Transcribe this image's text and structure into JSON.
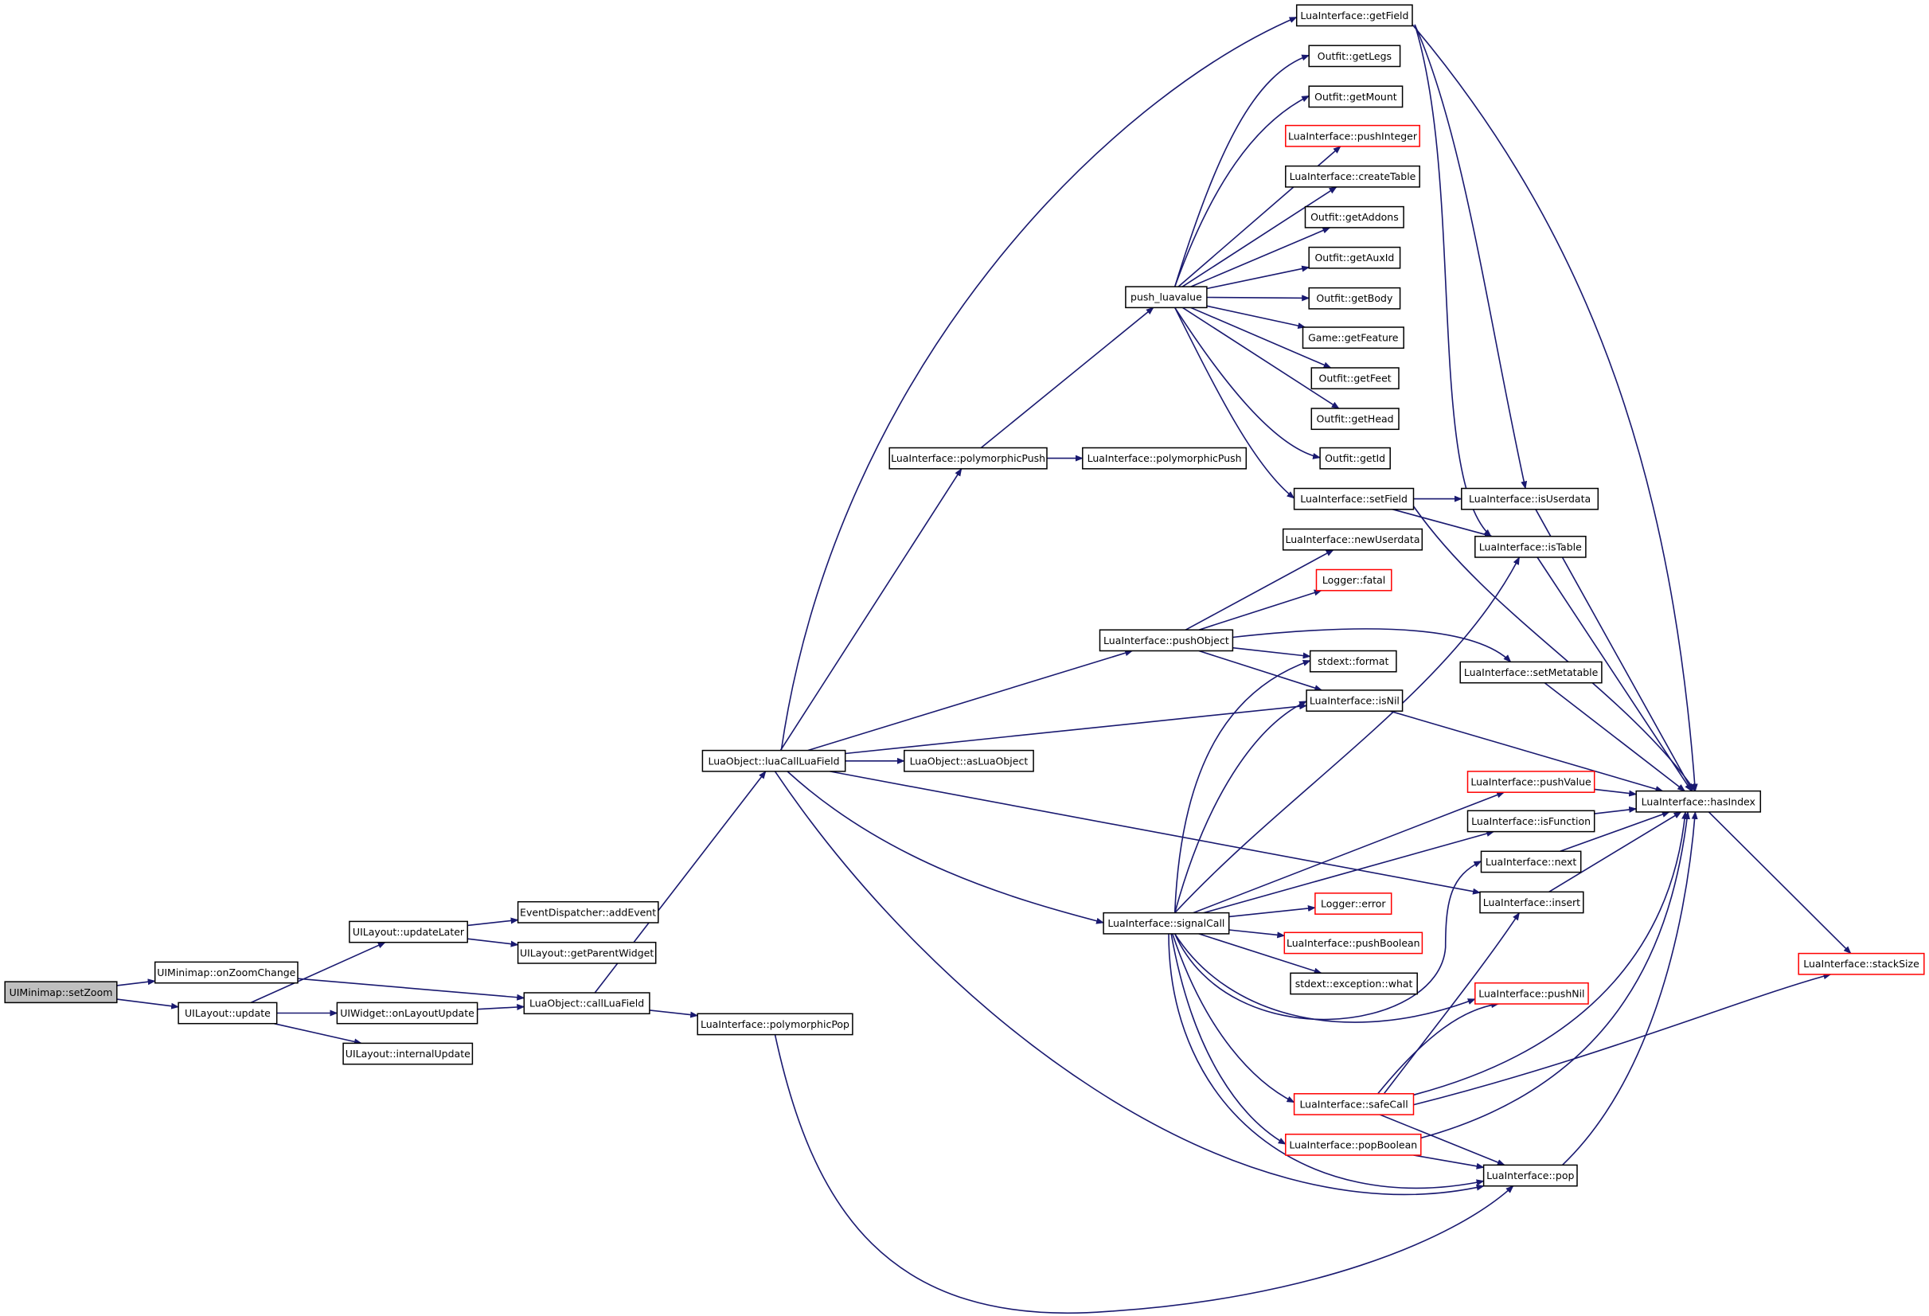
{
  "graph": {
    "colors": {
      "edge": "#191970",
      "node_border": "#000000",
      "node_fill": "#ffffff",
      "root_fill": "#bfbfbf",
      "undocumented_border": "#ff0000",
      "text": "#000000"
    },
    "nodes": [
      {
        "id": "setZoom",
        "label": "UIMinimap::setZoom",
        "style": "root"
      },
      {
        "id": "onZoomChange",
        "label": "UIMinimap::onZoomChange",
        "style": "normal"
      },
      {
        "id": "uiLayoutUpdate",
        "label": "UILayout::update",
        "style": "normal"
      },
      {
        "id": "updateLater",
        "label": "UILayout::updateLater",
        "style": "normal"
      },
      {
        "id": "addEvent",
        "label": "EventDispatcher::addEvent",
        "style": "normal"
      },
      {
        "id": "getParentWidget",
        "label": "UILayout::getParentWidget",
        "style": "normal"
      },
      {
        "id": "onLayoutUpdate",
        "label": "UIWidget::onLayoutUpdate",
        "style": "normal"
      },
      {
        "id": "internalUpdate",
        "label": "UILayout::internalUpdate",
        "style": "normal"
      },
      {
        "id": "callLuaField",
        "label": "LuaObject::callLuaField",
        "style": "normal"
      },
      {
        "id": "polyPop",
        "label": "LuaInterface::polymorphicPop",
        "style": "normal"
      },
      {
        "id": "luaCallLuaField",
        "label": "LuaObject::luaCallLuaField",
        "style": "normal"
      },
      {
        "id": "asLuaObject",
        "label": "LuaObject::asLuaObject",
        "style": "normal"
      },
      {
        "id": "polyPush1",
        "label": "LuaInterface::polymorphicPush",
        "style": "normal"
      },
      {
        "id": "polyPush2",
        "label": "LuaInterface::polymorphicPush",
        "style": "normal"
      },
      {
        "id": "pushLuavalue",
        "label": "push_luavalue",
        "style": "normal"
      },
      {
        "id": "pushObject",
        "label": "LuaInterface::pushObject",
        "style": "normal"
      },
      {
        "id": "signalCall",
        "label": "LuaInterface::signalCall",
        "style": "normal"
      },
      {
        "id": "getField",
        "label": "LuaInterface::getField",
        "style": "normal"
      },
      {
        "id": "getLegs",
        "label": "Outfit::getLegs",
        "style": "normal"
      },
      {
        "id": "getMount",
        "label": "Outfit::getMount",
        "style": "normal"
      },
      {
        "id": "pushInteger",
        "label": "LuaInterface::pushInteger",
        "style": "red"
      },
      {
        "id": "createTable",
        "label": "LuaInterface::createTable",
        "style": "normal"
      },
      {
        "id": "getAddons",
        "label": "Outfit::getAddons",
        "style": "normal"
      },
      {
        "id": "getAuxId",
        "label": "Outfit::getAuxId",
        "style": "normal"
      },
      {
        "id": "getBody",
        "label": "Outfit::getBody",
        "style": "normal"
      },
      {
        "id": "getFeature",
        "label": "Game::getFeature",
        "style": "normal"
      },
      {
        "id": "getFeet",
        "label": "Outfit::getFeet",
        "style": "normal"
      },
      {
        "id": "getHead",
        "label": "Outfit::getHead",
        "style": "normal"
      },
      {
        "id": "getId",
        "label": "Outfit::getId",
        "style": "normal"
      },
      {
        "id": "setField",
        "label": "LuaInterface::setField",
        "style": "normal"
      },
      {
        "id": "newUserdata",
        "label": "LuaInterface::newUserdata",
        "style": "normal"
      },
      {
        "id": "fatal",
        "label": "Logger::fatal",
        "style": "red"
      },
      {
        "id": "format",
        "label": "stdext::format",
        "style": "normal"
      },
      {
        "id": "isNil",
        "label": "LuaInterface::isNil",
        "style": "normal"
      },
      {
        "id": "error",
        "label": "Logger::error",
        "style": "red"
      },
      {
        "id": "pushBoolean",
        "label": "LuaInterface::pushBoolean",
        "style": "red"
      },
      {
        "id": "what",
        "label": "stdext::exception::what",
        "style": "normal"
      },
      {
        "id": "safeCall",
        "label": "LuaInterface::safeCall",
        "style": "red"
      },
      {
        "id": "popBoolean",
        "label": "LuaInterface::popBoolean",
        "style": "red"
      },
      {
        "id": "isUserdata",
        "label": "LuaInterface::isUserdata",
        "style": "normal"
      },
      {
        "id": "isTable",
        "label": "LuaInterface::isTable",
        "style": "normal"
      },
      {
        "id": "setMetatable",
        "label": "LuaInterface::setMetatable",
        "style": "normal"
      },
      {
        "id": "pushValue",
        "label": "LuaInterface::pushValue",
        "style": "red"
      },
      {
        "id": "isFunction",
        "label": "LuaInterface::isFunction",
        "style": "normal"
      },
      {
        "id": "next",
        "label": "LuaInterface::next",
        "style": "normal"
      },
      {
        "id": "insert",
        "label": "LuaInterface::insert",
        "style": "normal"
      },
      {
        "id": "pushNil",
        "label": "LuaInterface::pushNil",
        "style": "red"
      },
      {
        "id": "pop",
        "label": "LuaInterface::pop",
        "style": "normal"
      },
      {
        "id": "hasIndex",
        "label": "LuaInterface::hasIndex",
        "style": "normal"
      },
      {
        "id": "stackSize",
        "label": "LuaInterface::stackSize",
        "style": "red"
      }
    ],
    "edges": [
      [
        "setZoom",
        "onZoomChange"
      ],
      [
        "setZoom",
        "uiLayoutUpdate"
      ],
      [
        "onZoomChange",
        "callLuaField"
      ],
      [
        "uiLayoutUpdate",
        "updateLater"
      ],
      [
        "uiLayoutUpdate",
        "onLayoutUpdate"
      ],
      [
        "uiLayoutUpdate",
        "internalUpdate"
      ],
      [
        "updateLater",
        "addEvent"
      ],
      [
        "updateLater",
        "getParentWidget"
      ],
      [
        "onLayoutUpdate",
        "callLuaField"
      ],
      [
        "callLuaField",
        "luaCallLuaField"
      ],
      [
        "callLuaField",
        "polyPop"
      ],
      [
        "polyPop",
        "pop"
      ],
      [
        "luaCallLuaField",
        "getField"
      ],
      [
        "luaCallLuaField",
        "polyPush1"
      ],
      [
        "luaCallLuaField",
        "pushObject"
      ],
      [
        "luaCallLuaField",
        "isNil"
      ],
      [
        "luaCallLuaField",
        "asLuaObject"
      ],
      [
        "luaCallLuaField",
        "signalCall"
      ],
      [
        "luaCallLuaField",
        "insert"
      ],
      [
        "luaCallLuaField",
        "pop"
      ],
      [
        "polyPush1",
        "pushLuavalue"
      ],
      [
        "polyPush1",
        "polyPush2"
      ],
      [
        "pushLuavalue",
        "getLegs"
      ],
      [
        "pushLuavalue",
        "getMount"
      ],
      [
        "pushLuavalue",
        "pushInteger"
      ],
      [
        "pushLuavalue",
        "createTable"
      ],
      [
        "pushLuavalue",
        "getAddons"
      ],
      [
        "pushLuavalue",
        "getAuxId"
      ],
      [
        "pushLuavalue",
        "getBody"
      ],
      [
        "pushLuavalue",
        "getFeature"
      ],
      [
        "pushLuavalue",
        "getFeet"
      ],
      [
        "pushLuavalue",
        "getHead"
      ],
      [
        "pushLuavalue",
        "getId"
      ],
      [
        "pushLuavalue",
        "setField"
      ],
      [
        "getField",
        "isUserdata"
      ],
      [
        "getField",
        "isTable"
      ],
      [
        "getField",
        "hasIndex"
      ],
      [
        "setField",
        "isUserdata"
      ],
      [
        "setField",
        "isTable"
      ],
      [
        "setField",
        "hasIndex"
      ],
      [
        "pushObject",
        "newUserdata"
      ],
      [
        "pushObject",
        "fatal"
      ],
      [
        "pushObject",
        "format"
      ],
      [
        "pushObject",
        "isNil"
      ],
      [
        "pushObject",
        "setMetatable"
      ],
      [
        "signalCall",
        "format"
      ],
      [
        "signalCall",
        "isNil"
      ],
      [
        "signalCall",
        "isTable"
      ],
      [
        "signalCall",
        "pushValue"
      ],
      [
        "signalCall",
        "isFunction"
      ],
      [
        "signalCall",
        "next"
      ],
      [
        "signalCall",
        "error"
      ],
      [
        "signalCall",
        "pushBoolean"
      ],
      [
        "signalCall",
        "what"
      ],
      [
        "signalCall",
        "pushNil"
      ],
      [
        "signalCall",
        "safeCall"
      ],
      [
        "signalCall",
        "popBoolean"
      ],
      [
        "signalCall",
        "pop"
      ],
      [
        "safeCall",
        "pushNil"
      ],
      [
        "safeCall",
        "insert"
      ],
      [
        "safeCall",
        "hasIndex"
      ],
      [
        "safeCall",
        "stackSize"
      ],
      [
        "safeCall",
        "pop"
      ],
      [
        "popBoolean",
        "hasIndex"
      ],
      [
        "popBoolean",
        "pop"
      ],
      [
        "isUserdata",
        "hasIndex"
      ],
      [
        "isTable",
        "hasIndex"
      ],
      [
        "setMetatable",
        "hasIndex"
      ],
      [
        "isNil",
        "hasIndex"
      ],
      [
        "pushValue",
        "hasIndex"
      ],
      [
        "isFunction",
        "hasIndex"
      ],
      [
        "next",
        "hasIndex"
      ],
      [
        "insert",
        "hasIndex"
      ],
      [
        "pop",
        "hasIndex"
      ],
      [
        "hasIndex",
        "stackSize"
      ]
    ]
  }
}
